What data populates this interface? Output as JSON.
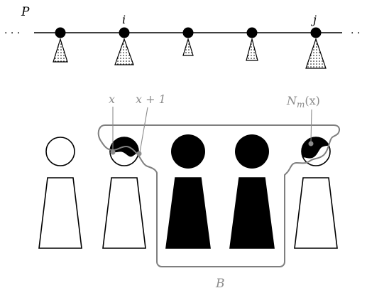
{
  "path": {
    "label": "P",
    "ellipsis_left": "· · ·",
    "ellipsis_right": "· ·",
    "node_labels": {
      "i": "i",
      "j": "j"
    },
    "node_count": 5
  },
  "annotations": {
    "x": "x",
    "x_plus_1": "x + 1",
    "neighborhood": "N",
    "neighborhood_sub": "m",
    "neighborhood_arg": "(x)",
    "region": "B"
  },
  "figures": {
    "count": 5,
    "fills": [
      "white",
      "partial",
      "black",
      "black",
      "partial"
    ]
  },
  "colors": {
    "stroke": "#000000",
    "fill_black": "#000000",
    "fill_white": "#ffffff",
    "annotation_gray": "#8c8c8c",
    "region_outline": "#7f7f7f"
  }
}
